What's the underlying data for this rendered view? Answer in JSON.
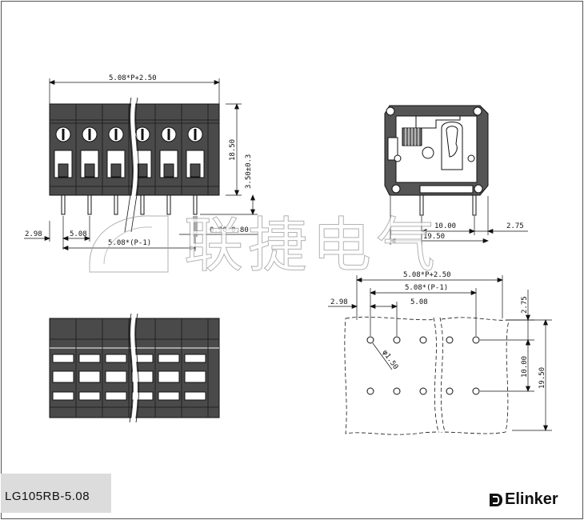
{
  "drawing": {
    "model": "LG105RB-5.08",
    "brand": "Elinker",
    "watermark": "联捷电气",
    "front_view": {
      "overall_width": "5.08*P+2.50",
      "height": "18.50",
      "pin_length": "3.50±0.3",
      "edge_offset": "2.98",
      "pitch": "5.08",
      "span": "5.08*(P-1)",
      "pin_section": "0.90*0.80"
    },
    "side_view": {
      "pin_to_pin": "10.00",
      "pin_offset": "2.75",
      "depth": "19.50"
    },
    "pcb_layout": {
      "overall_width": "5.08*P+2.50",
      "span": "5.08*(P-1)",
      "edge_offset": "2.98",
      "pitch": "5.08",
      "hole_diameter": "φ1.50",
      "pin_offset": "2.75",
      "row_spacing": "10.00",
      "depth": "19.50"
    }
  }
}
